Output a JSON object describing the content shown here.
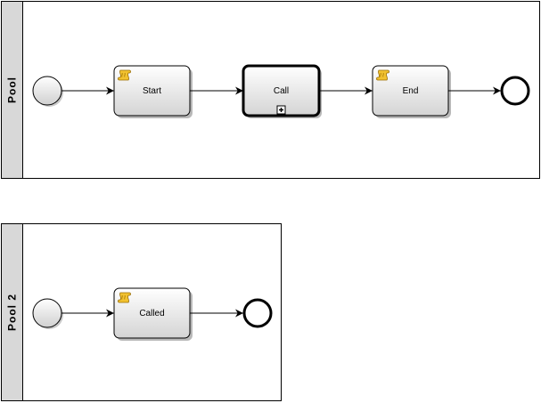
{
  "colors": {
    "task_fill_top": "#ffffff",
    "task_fill_bottom": "#d4d4d4",
    "script_icon": "#f2c230",
    "pool_band": "#d8d8d8"
  },
  "pools": [
    {
      "label": "Pool",
      "nodes": [
        {
          "id": "p1-start",
          "kind": "start-event"
        },
        {
          "id": "p1-task-start",
          "kind": "script-task",
          "label": "Start"
        },
        {
          "id": "p1-call",
          "kind": "call-activity",
          "label": "Call"
        },
        {
          "id": "p1-task-end",
          "kind": "script-task",
          "label": "End"
        },
        {
          "id": "p1-end",
          "kind": "end-event"
        }
      ]
    },
    {
      "label": "Pool 2",
      "nodes": [
        {
          "id": "p2-start",
          "kind": "start-event"
        },
        {
          "id": "p2-task-called",
          "kind": "script-task",
          "label": "Called"
        },
        {
          "id": "p2-end",
          "kind": "end-event"
        }
      ]
    }
  ]
}
